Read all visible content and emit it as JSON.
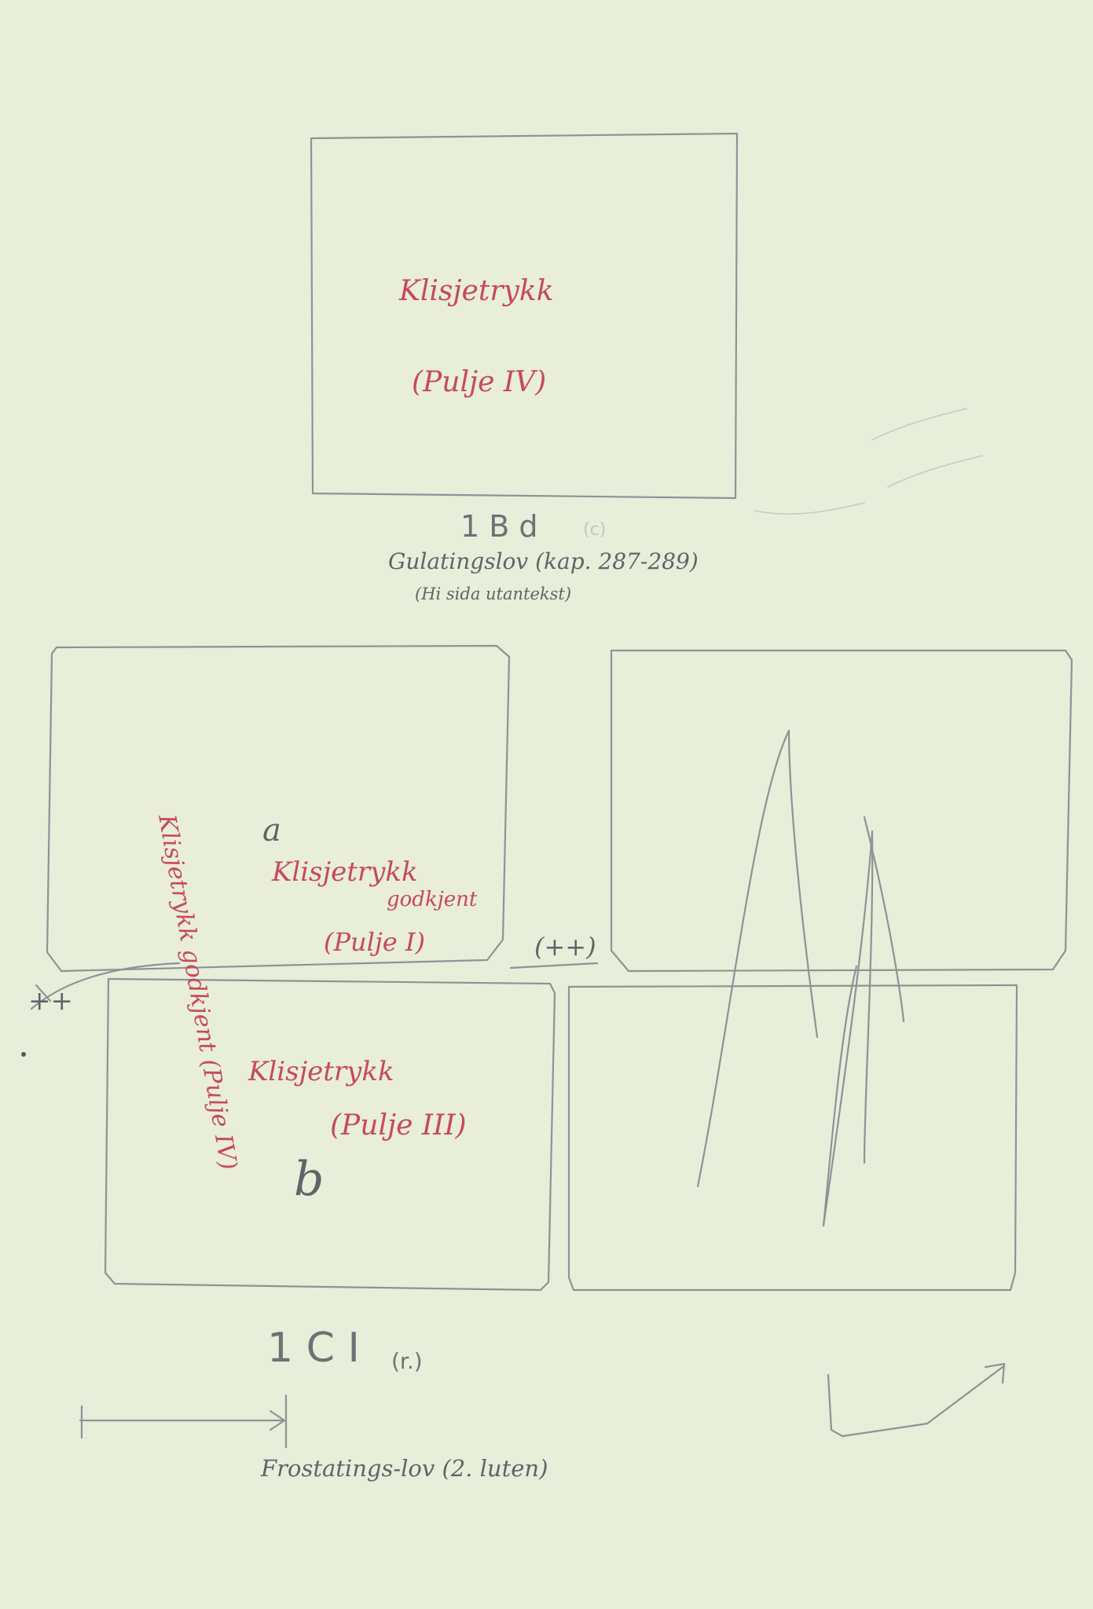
{
  "sheet": {
    "top_box": {
      "line1": "Klisjetrykk",
      "line2": "(Pulje IV)"
    },
    "gulating": {
      "code": "1 B d",
      "code_note": "(c)",
      "title": "Gulatingslov (kap. 287-289)",
      "subtitle": "(Hi sida utantekst)"
    },
    "box_a": {
      "letter": "a",
      "line1": "Klisjetrykk",
      "line2": "godkjent",
      "line3": "(Pulje I)"
    },
    "mid_marker": "(++)",
    "left_marker": "++",
    "vertical_note": "Klisjetrykk godkjent (Pulje IV)",
    "box_b": {
      "letter": "b",
      "line1": "Klisjetrykk",
      "line2": "(Pulje III)"
    },
    "frostating": {
      "code": "1 C I",
      "code_note": "(r.)",
      "title": "Frostatings-lov (2. luten)"
    },
    "colors": {
      "paper": "#e8eed9",
      "pencil": "#8a8f92",
      "red_ink": "#c64a5a"
    }
  }
}
